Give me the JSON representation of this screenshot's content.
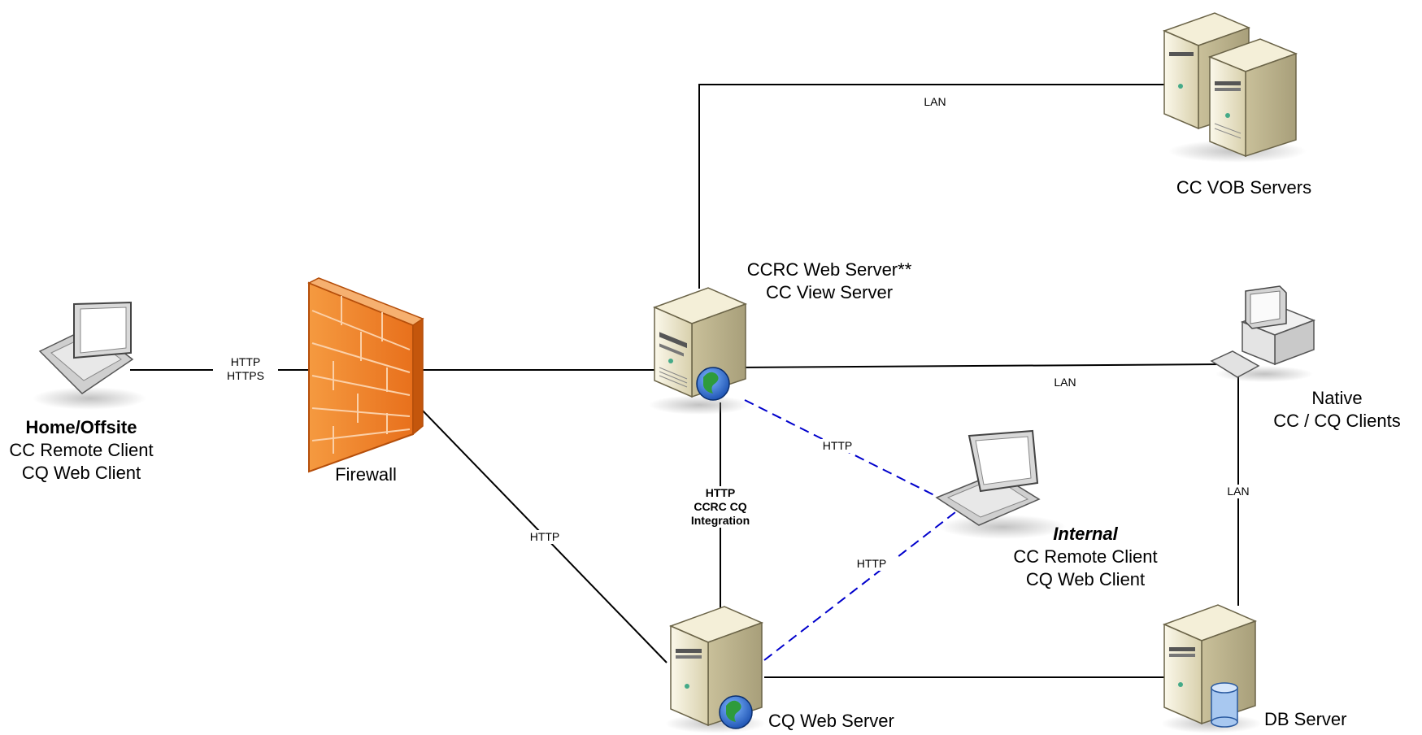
{
  "nodes": {
    "home_client": {
      "title": "Home/Offsite",
      "line1": "CC Remote Client",
      "line2": "CQ Web Client"
    },
    "firewall": {
      "label": "Firewall"
    },
    "ccrc_server": {
      "line1": "CCRC Web Server**",
      "line2": "CC View Server"
    },
    "vob_servers": {
      "label": "CC VOB Servers"
    },
    "native_clients": {
      "line1": "Native",
      "line2": "CC / CQ Clients"
    },
    "internal_client": {
      "title": "Internal",
      "line1": "CC Remote Client",
      "line2": "CQ Web Client"
    },
    "cq_server": {
      "label": "CQ Web Server"
    },
    "db_server": {
      "label": "DB Server"
    }
  },
  "connections": {
    "home_firewall": {
      "line1": "HTTP",
      "line2": "HTTPS"
    },
    "ccrc_vob": {
      "label": "LAN"
    },
    "ccrc_native": {
      "label": "LAN"
    },
    "native_db": {
      "label": "LAN"
    },
    "firewall_cq": {
      "label": "HTTP"
    },
    "ccrc_cq": {
      "line1": "HTTP",
      "line2": "CCRC CQ",
      "line3": "Integration"
    },
    "ccrc_internal": {
      "label": "HTTP"
    },
    "cq_internal": {
      "label": "HTTP"
    }
  },
  "colors": {
    "line": "#000000",
    "dashed_link": "#0000cc",
    "firewall": "#f07820",
    "server": "#ece5c8"
  }
}
